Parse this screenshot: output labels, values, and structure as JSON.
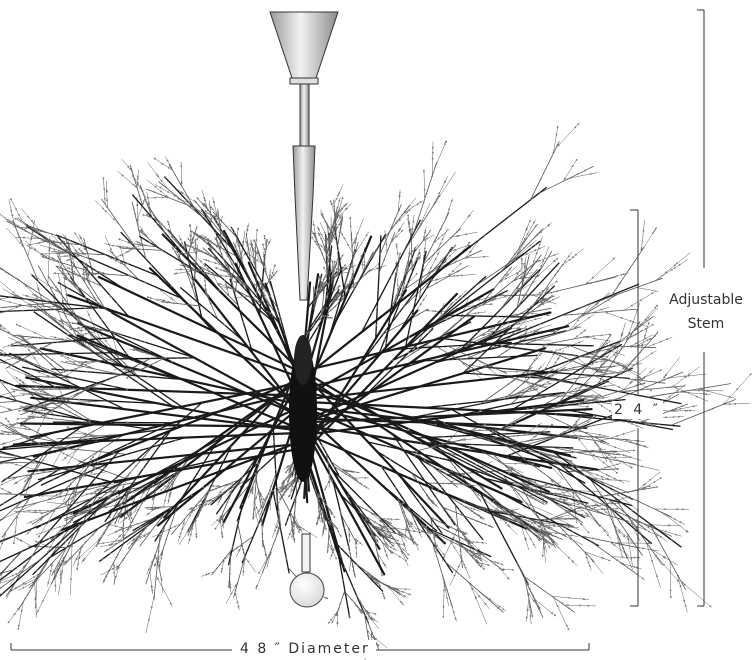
{
  "labels": {
    "adjustable_stem_line1": "Adjustable",
    "adjustable_stem_line2": "Stem",
    "height": "2 4 ″",
    "diameter": "4 8 ″  Diameter"
  },
  "colors": {
    "branch_dark": "#1a1a1a",
    "branch_mid": "#555555",
    "metal": "#d9d9d9",
    "line": "#333333"
  },
  "icons": [
    "ceiling-canopy-icon",
    "stem-rod-icon",
    "branch-cluster-icon",
    "glass-globe-icon"
  ]
}
